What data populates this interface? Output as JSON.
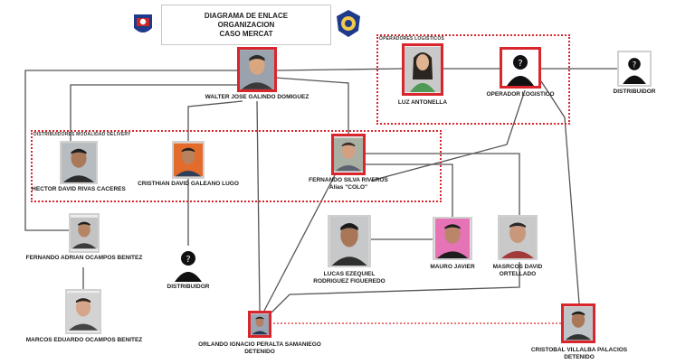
{
  "header": {
    "title_line1": "DIAGRAMA DE ENLACE",
    "title_line2": "ORGANIZACION",
    "title_line3": "CASO MERCAT"
  },
  "groups": {
    "logistics_label": "OPERADORES LOGISTICOS",
    "delivery_label": "DISTRIBUIDORES MODALIDAD DELIVERY"
  },
  "nodes": {
    "walter": "WALTER JOSE GALINDO DOMIGUEZ",
    "luz": "LUZ ANTONELLA",
    "operador": "OPERADOR LOGISTICO",
    "distribuidor_right": "DISTRIBUIDOR",
    "hector": "HECTOR DAVID RIVAS CACERES",
    "cristhian": "CRISTHIAN DAVID GALEANO LUGO",
    "fernando_silva_1": "FERNANDO SILVA RIVEROS",
    "fernando_silva_2": "Alias \"COLO\"",
    "fernando_adrian": "FERNANDO ADRIAN OCAMPOS BENITEZ",
    "distribuidor_left": "DISTRIBUIDOR",
    "lucas_1": "LUCAS EZEQUIEL",
    "lucas_2": "RODRIGUEZ FIGUEREDO",
    "mauro": "MAURO JAVIER",
    "marcos_d_1": "MASRCOS DAVID",
    "marcos_d_2": "ORTELLADO",
    "marcos_e": "MARCOS EDUARDO OCAMPOS BENITEZ",
    "orlando_1": "ORLANDO IGNACIO PERALTA SAMANIEGO",
    "orlando_2": "DETENIDO",
    "cristobal_1": "CRISTOBAL VILLALBA PALACIOS",
    "cristobal_2": "DETENIDO"
  },
  "colors": {
    "accent": "#d9262c",
    "line": "#555555"
  }
}
